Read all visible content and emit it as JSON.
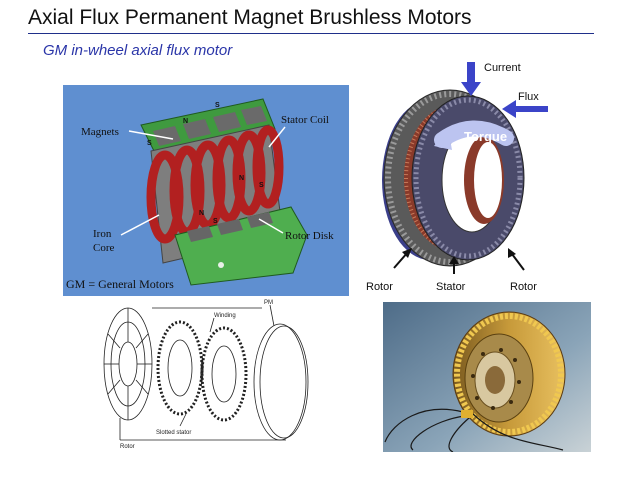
{
  "slide": {
    "title": "Axial Flux Permanent Magnet Brushless Motors",
    "subtitle": "GM in-wheel axial flux motor"
  },
  "gm_diagram": {
    "magnets": "Magnets",
    "stator_coil": "Stator Coil",
    "iron_core_1": "Iron",
    "iron_core_2": "Core",
    "rotor_disk": "Rotor Disk",
    "pole_n": "N",
    "pole_s": "S",
    "note": "GM = General Motors"
  },
  "torque_diagram": {
    "current": "Current",
    "flux": "Flux",
    "torque": "Torque",
    "rotor_left": "Rotor",
    "stator": "Stator",
    "rotor_right": "Rotor"
  },
  "exploded_diagram": {
    "pm": "PM",
    "winding": "Winding",
    "slotted_stator": "Slotted stator",
    "rotor": "Rotor"
  },
  "colors": {
    "title_rule": "#1f2f8a",
    "subtitle": "#2a35a8",
    "gm_background": "#5f8fd0",
    "coil": "#b22020",
    "rotor_green": "#4fae4f",
    "torque_arrow": "#3b44c8"
  }
}
